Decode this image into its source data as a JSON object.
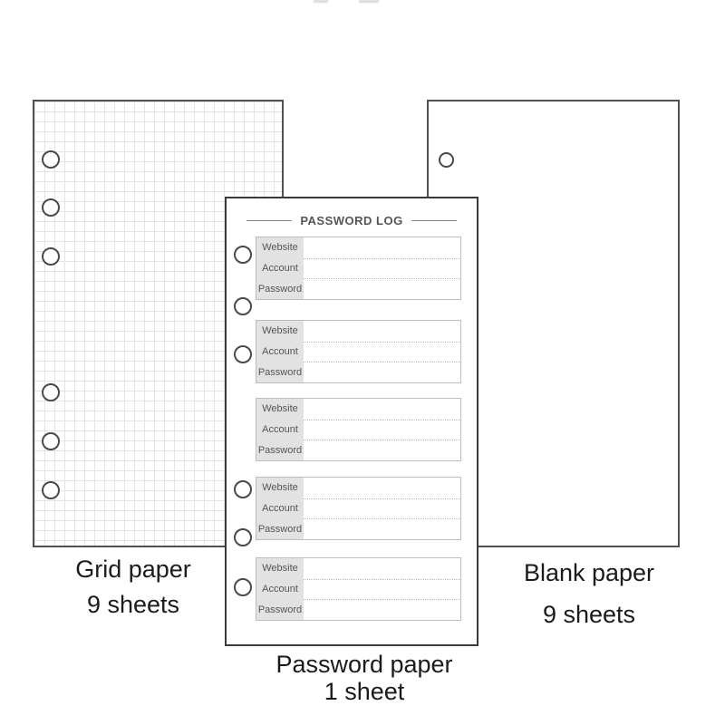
{
  "grid_sheet": {
    "caption_line1": "Grid paper",
    "caption_line2": "9 sheets",
    "hole_count": 6
  },
  "password_sheet": {
    "title": "PASSWORD LOG",
    "field_labels": [
      "Website",
      "Account",
      "Password"
    ],
    "block_count": 5,
    "hole_count": 6,
    "caption_line1": "Password paper",
    "caption_line2": "1 sheet"
  },
  "blank_sheet": {
    "caption_line1": "Blank paper",
    "caption_line2": "9 sheets",
    "hole_count": 1
  },
  "colors": {
    "page_bg": "#ffffff",
    "sheet_border": "#505050",
    "password_sheet_border": "#3a3a3a",
    "grid_line": "#e4e4e4",
    "field_label_bg": "#e2e2e2",
    "field_label_text": "#555555",
    "title_text": "#555555",
    "title_rule": "#8a8a8a",
    "block_border": "#bdbdbd",
    "dotted_line": "#b8b8b8",
    "caption_text": "#1b1b1b",
    "hole_border": "#4a4a4a"
  }
}
